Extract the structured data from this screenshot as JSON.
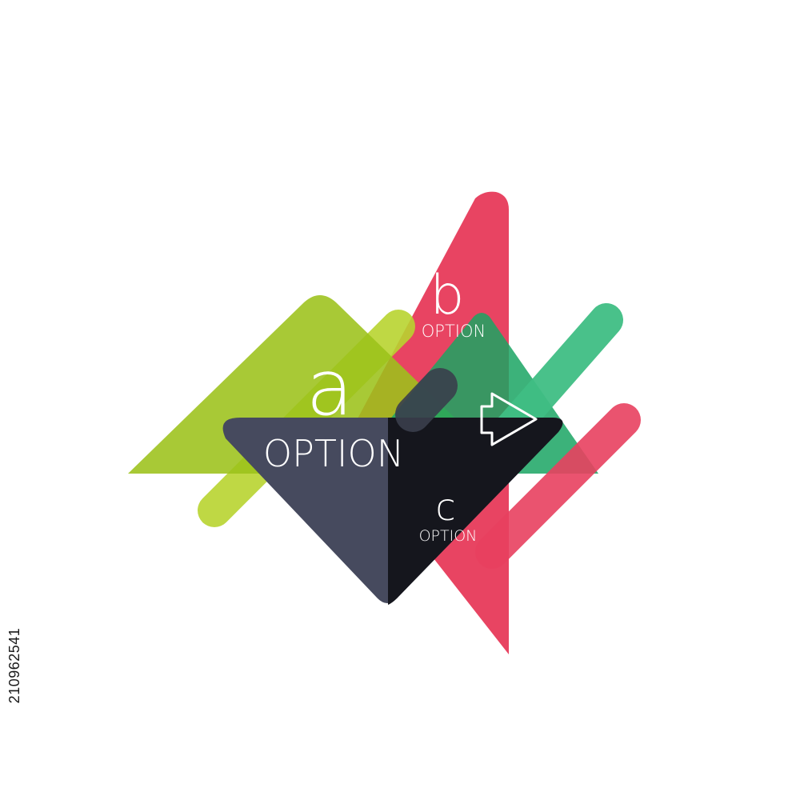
{
  "colors": {
    "red": "#e8405f",
    "lime": "#a6c61a",
    "lime_dark": "#7fa11e",
    "green": "#3fbe84",
    "green_dark": "#0f8a5a",
    "navy": "#464a5e",
    "navy_dark": "#15161d",
    "background": "#ffffff"
  },
  "icons": {
    "arrow": "arrow-right-outline-icon"
  },
  "options": {
    "a": {
      "letter": "a",
      "label": "OPTION"
    },
    "b": {
      "letter": "b",
      "label": "OPTION"
    },
    "c": {
      "letter": "c",
      "label": "OPTION"
    }
  },
  "watermark": {
    "stock_id": "210962541"
  }
}
